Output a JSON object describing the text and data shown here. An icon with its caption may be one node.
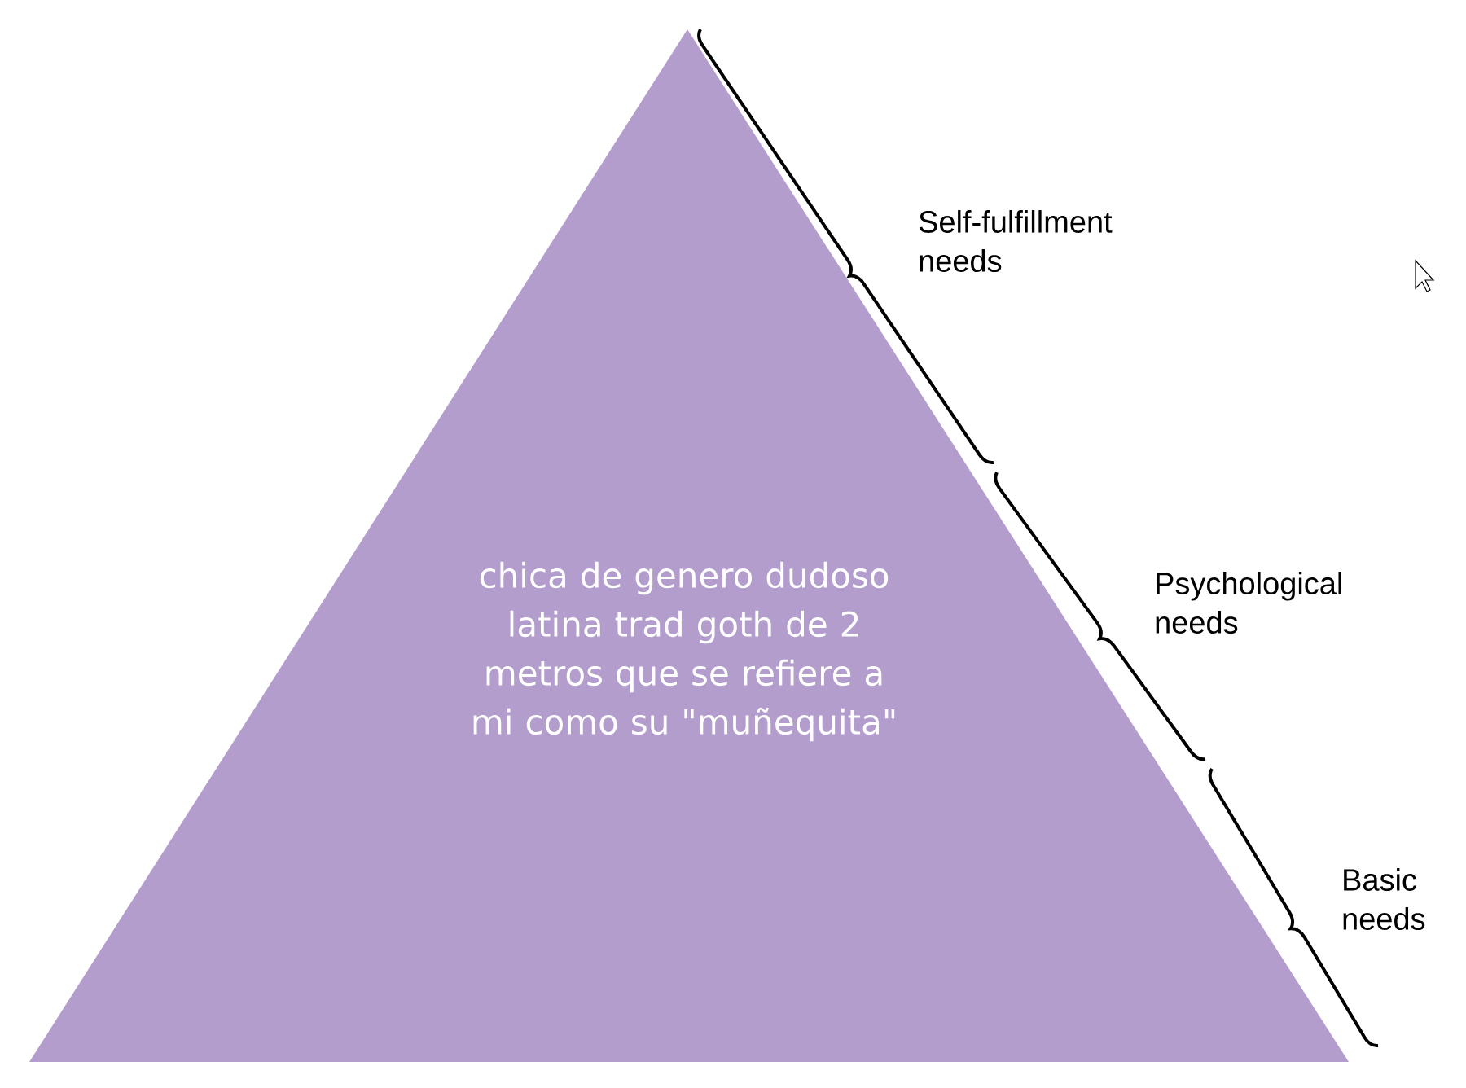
{
  "diagram": {
    "nodes": [
      {
        "text": [
          "chica de genero dudoso latina trad goth de 2 metros que se refiere a mi como su \"muñequita\""
        ]
      }
    ],
    "labels": [
      "Self-fulfillment needs",
      "Psychological needs",
      "Basic needs"
    ]
  }
}
